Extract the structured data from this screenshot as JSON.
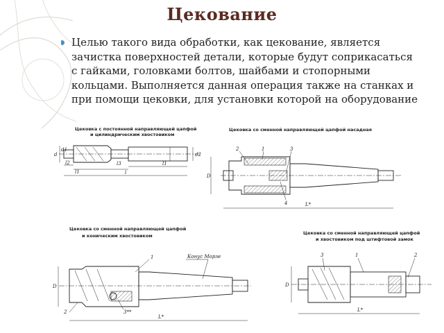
{
  "slide": {
    "title": "Цекование",
    "bullet": "Целью такого вида обработки, как цекование, является зачистка поверхностей детали, которые будут соприкасаться с гайками, головками болтов, шайбами и стопорными кольцами. Выполняется данная операция также на станках и при помощи цековки, для установки которой на оборудование"
  },
  "figures": {
    "fig1": {
      "caption_line1": "Цековка с постоянной направляющей цапфой",
      "caption_line2": "и цилиндрическим хвостовиком",
      "labels": [
        "d",
        "d1",
        "d2",
        "l2",
        "l1",
        "l",
        "l1",
        "l3"
      ]
    },
    "fig2": {
      "caption": "Цековка со сменной направляющей цапфой насадная",
      "labels": [
        "2",
        "1",
        "3",
        "D",
        "4",
        "L*"
      ]
    },
    "fig3": {
      "caption_line1": "Цековка со сменной направляющей цапфой",
      "caption_line2": "и коническим хвостовиком",
      "labels": [
        "1",
        "Конус Морзе",
        "D",
        "2",
        "3**",
        "L*"
      ]
    },
    "fig4": {
      "caption_line1": "Цековка со сменной направляющей цапфой",
      "caption_line2": "и хвостовиком под штифтовой замок",
      "labels": [
        "3",
        "1",
        "2",
        "D",
        "L*"
      ]
    }
  }
}
